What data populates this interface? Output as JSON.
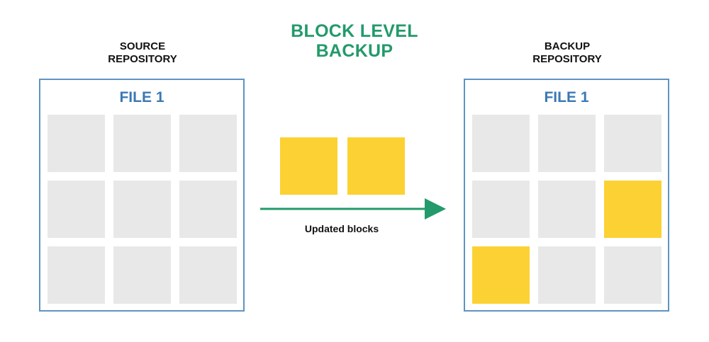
{
  "title": {
    "line1": "BLOCK LEVEL",
    "line2": "BACKUP",
    "color": "#239a6b"
  },
  "source": {
    "label_line1": "SOURCE",
    "label_line2": "REPOSITORY",
    "file_title": "FILE 1",
    "blocks": [
      "empty",
      "empty",
      "empty",
      "empty",
      "empty",
      "empty",
      "empty",
      "empty",
      "empty"
    ]
  },
  "transfer": {
    "blocks": [
      "updated",
      "updated"
    ],
    "caption": "Updated blocks",
    "arrow_color": "#239a6b"
  },
  "backup": {
    "label_line1": "BACKUP",
    "label_line2": "REPOSITORY",
    "file_title": "FILE 1",
    "blocks": [
      "empty",
      "empty",
      "empty",
      "empty",
      "empty",
      "updated",
      "updated",
      "empty",
      "empty"
    ]
  },
  "colors": {
    "panel_border": "#5f93c2",
    "file_title": "#3b78b5",
    "empty_block": "#e8e8e8",
    "updated_block": "#fcd133"
  }
}
